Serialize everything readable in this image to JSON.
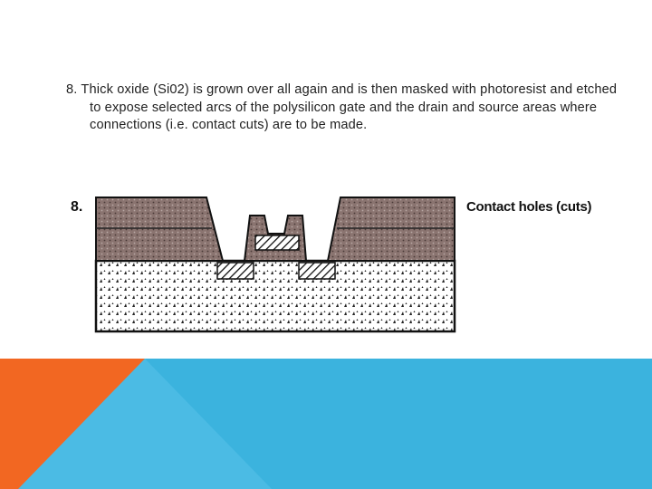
{
  "slide": {
    "body_text": "8. Thick oxide (Si02) is grown over all again and is then masked with photoresist and etched to expose selected arcs of the polysilicon gate and the drain and source areas where connections (i.e. contact cuts) are to be made."
  },
  "diagram": {
    "step_label": "8.",
    "caption": "Contact holes (cuts)"
  },
  "colors": {
    "band_orange": "#f26722",
    "band_blue": "#3bb3de",
    "band_light_blue": "#5fc6ea",
    "oxide_fill": "#8a7470",
    "substrate_fill": "#ffffff",
    "line": "#111111"
  }
}
